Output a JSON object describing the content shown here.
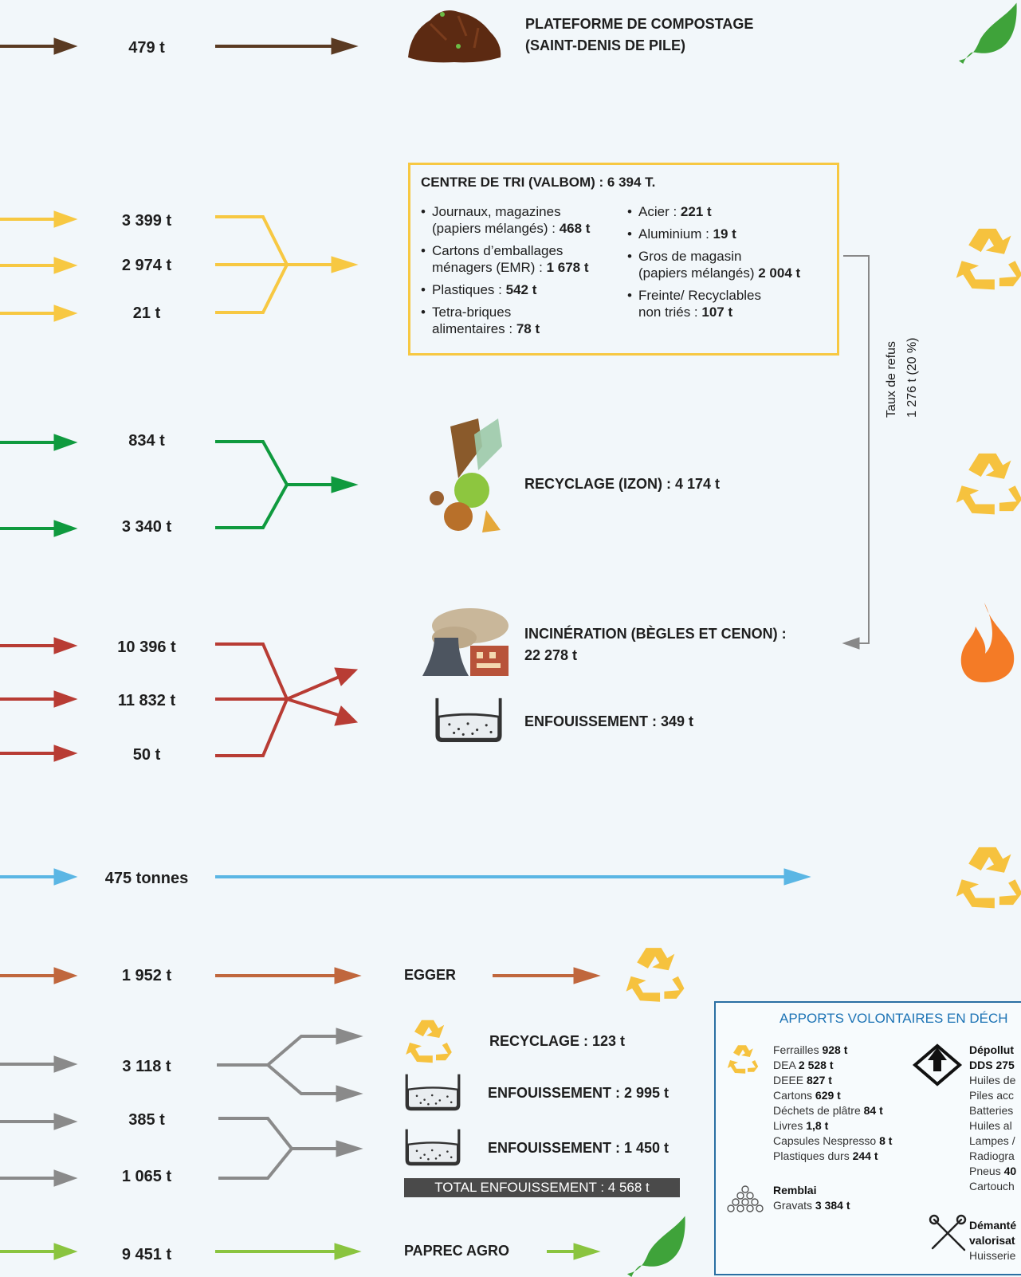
{
  "colors": {
    "compost": "#5a3a22",
    "recyclables": "#f7c842",
    "glass": "#0f9a3e",
    "residual": "#b83c34",
    "textile": "#5bb6e4",
    "wood": "#c0673d",
    "bulky": "#8a8a8a",
    "green_waste": "#8ac43f",
    "recycle_icon": "#f6c23e",
    "flame_icon": "#f47b26",
    "leaf_icon": "#3fa33a",
    "box_border": "#f7c842",
    "av_title": "#1c73b5"
  },
  "flows": [
    {
      "id": "compost",
      "qty": "479 t"
    },
    {
      "id": "recyclables",
      "qty": [
        "3 399 t",
        "2 974 t",
        "21 t"
      ]
    },
    {
      "id": "glass",
      "qty": [
        "834 t",
        "3 340 t"
      ]
    },
    {
      "id": "residual",
      "qty": [
        "10 396 t",
        "11 832 t",
        "50 t"
      ]
    },
    {
      "id": "textile",
      "qty": "475 tonnes"
    },
    {
      "id": "wood",
      "qty": "1 952 t"
    },
    {
      "id": "bulky",
      "qty": [
        "3 118 t",
        "385 t",
        "1 065 t"
      ]
    },
    {
      "id": "green",
      "qty": "9 451 t"
    }
  ],
  "destinations": {
    "compost_line1": "PLATEFORME DE COMPOSTAGE",
    "compost_line2": "(SAINT-DENIS DE PILE)",
    "recyclage_izon": "RECYCLAGE (IZON) : 4 174 t",
    "incineration_line1": "INCINÉRATION (BÈGLES ET CENON) :",
    "incineration_line2": "22 278 t",
    "enfouissement_349": "ENFOUISSEMENT : 349 t",
    "egger": "EGGER",
    "recyclage_123": "RECYCLAGE : 123 t",
    "enfouissement_2995": "ENFOUISSEMENT : 2 995 t",
    "enfouissement_1450": "ENFOUISSEMENT : 1 450 t",
    "total_enfouissement": "TOTAL ENFOUISSEMENT : 4 568 t",
    "paprec": "PAPREC AGRO"
  },
  "centre_tri": {
    "title": "CENTRE DE TRI (VALBOM) : 6 394 T.",
    "left": [
      {
        "label1": "Journaux, magazines",
        "label2": "(papiers mélangés) : ",
        "value": "468 t"
      },
      {
        "label1": "Cartons d’emballages",
        "label2": "ménagers (EMR) : ",
        "value": "1 678 t"
      },
      {
        "label1": "Plastiques : ",
        "label2": "",
        "value": "542 t"
      },
      {
        "label1": "Tetra-briques",
        "label2": "alimentaires : ",
        "value": "78 t"
      }
    ],
    "right": [
      {
        "label1": "Acier : ",
        "label2": "",
        "value": "221 t"
      },
      {
        "label1": "Aluminium : ",
        "label2": "",
        "value": "19 t"
      },
      {
        "label1": "Gros de magasin",
        "label2": "(papiers mélangés) ",
        "value": "2 004 t"
      },
      {
        "label1": "Freinte/ Recyclables",
        "label2": "non triés : ",
        "value": "107 t"
      }
    ]
  },
  "refus": {
    "line1": "Taux de refus",
    "line2": "1 276 t (20 %)"
  },
  "apports": {
    "title": "APPORTS VOLONTAIRES EN DÉCH",
    "list1": [
      {
        "label": "Ferrailles ",
        "value": "928 t"
      },
      {
        "label": "DEA ",
        "value": "2 528 t"
      },
      {
        "label": "DEEE ",
        "value": "827 t"
      },
      {
        "label": "Cartons ",
        "value": "629 t"
      },
      {
        "label": "Déchets de plâtre ",
        "value": "84 t"
      },
      {
        "label": "Livres ",
        "value": "1,8 t"
      },
      {
        "label": "Capsules Nespresso ",
        "value": "8 t"
      },
      {
        "label": "Plastiques durs ",
        "value": "244 t"
      }
    ],
    "remblai_title": "Remblai",
    "remblai_label": "Gravats ",
    "remblai_value": "3 384 t",
    "list2_title": "Dépollut",
    "list2_first": "DDS 275",
    "list2": [
      "Huiles de",
      "Piles acc",
      "Batteries",
      "Huiles al",
      "Lampes /",
      "Radiogra"
    ],
    "list2_pneus_label": "Pneus ",
    "list2_pneus_value": "40",
    "list2_last": "Cartouch",
    "demant_line1": "Démanté",
    "demant_line2": "valorisat",
    "demant_line3": "Huisserie"
  }
}
